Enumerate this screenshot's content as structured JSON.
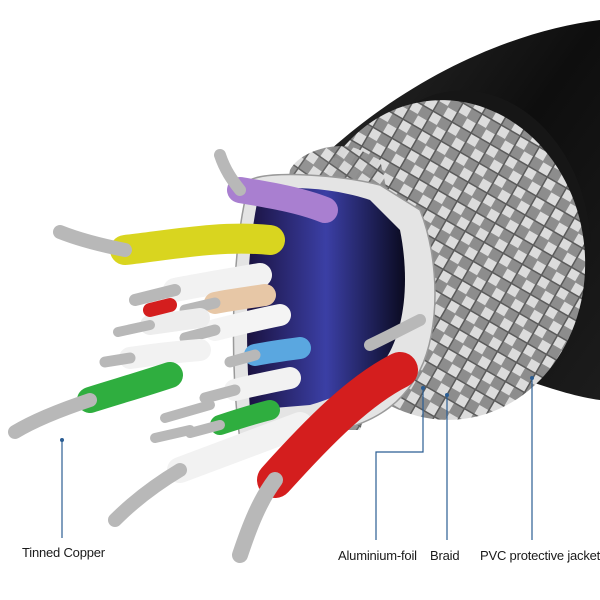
{
  "labels": {
    "tinned_copper": "Tinned Copper",
    "aluminium_foil": "Aluminium-foil",
    "braid": "Braid",
    "pvc_jacket": "PVC protective jacket"
  },
  "colors": {
    "jacket": "#121212",
    "braid": "#b9b9b9",
    "foil": "#e6e6e6",
    "copper": "#b8b8b8",
    "leader_line": "#2b5d93",
    "wire_purple": "#a97fd0",
    "wire_yellow": "#d9d51f",
    "wire_green": "#2fae3f",
    "wire_blue": "#5aa7e0",
    "wire_red": "#d41e1e",
    "wire_white": "#f2f2f2",
    "wire_peach": "#e7c7a6"
  }
}
